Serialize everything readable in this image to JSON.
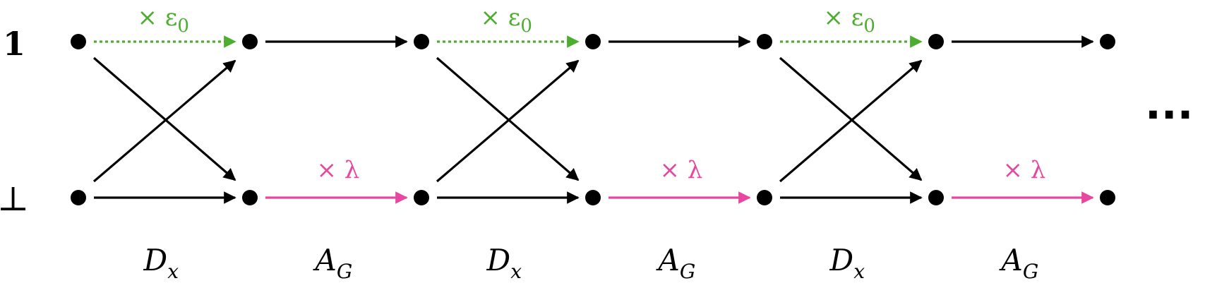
{
  "row_labels": {
    "top": "1",
    "bottom": "⊥"
  },
  "stages": [
    {
      "type": "D",
      "label_main": "D",
      "label_sub": "x",
      "top_annotation": "× ε",
      "top_annotation_sub": "0",
      "bottom_annotation": ""
    },
    {
      "type": "A",
      "label_main": "A",
      "label_sub": "G",
      "top_annotation": "",
      "top_annotation_sub": "",
      "bottom_annotation": "× λ"
    },
    {
      "type": "D",
      "label_main": "D",
      "label_sub": "x",
      "top_annotation": "× ε",
      "top_annotation_sub": "0",
      "bottom_annotation": ""
    },
    {
      "type": "A",
      "label_main": "A",
      "label_sub": "G",
      "top_annotation": "",
      "top_annotation_sub": "",
      "bottom_annotation": "× λ"
    },
    {
      "type": "D",
      "label_main": "D",
      "label_sub": "x",
      "top_annotation": "× ε",
      "top_annotation_sub": "0",
      "bottom_annotation": ""
    },
    {
      "type": "A",
      "label_main": "A",
      "label_sub": "G",
      "top_annotation": "",
      "top_annotation_sub": "",
      "bottom_annotation": "× λ"
    }
  ],
  "ellipsis": "···",
  "colors": {
    "edge": "#000000",
    "epsilon_edge": "#4cae2f",
    "lambda_edge": "#e6489f",
    "node": "#000000"
  }
}
